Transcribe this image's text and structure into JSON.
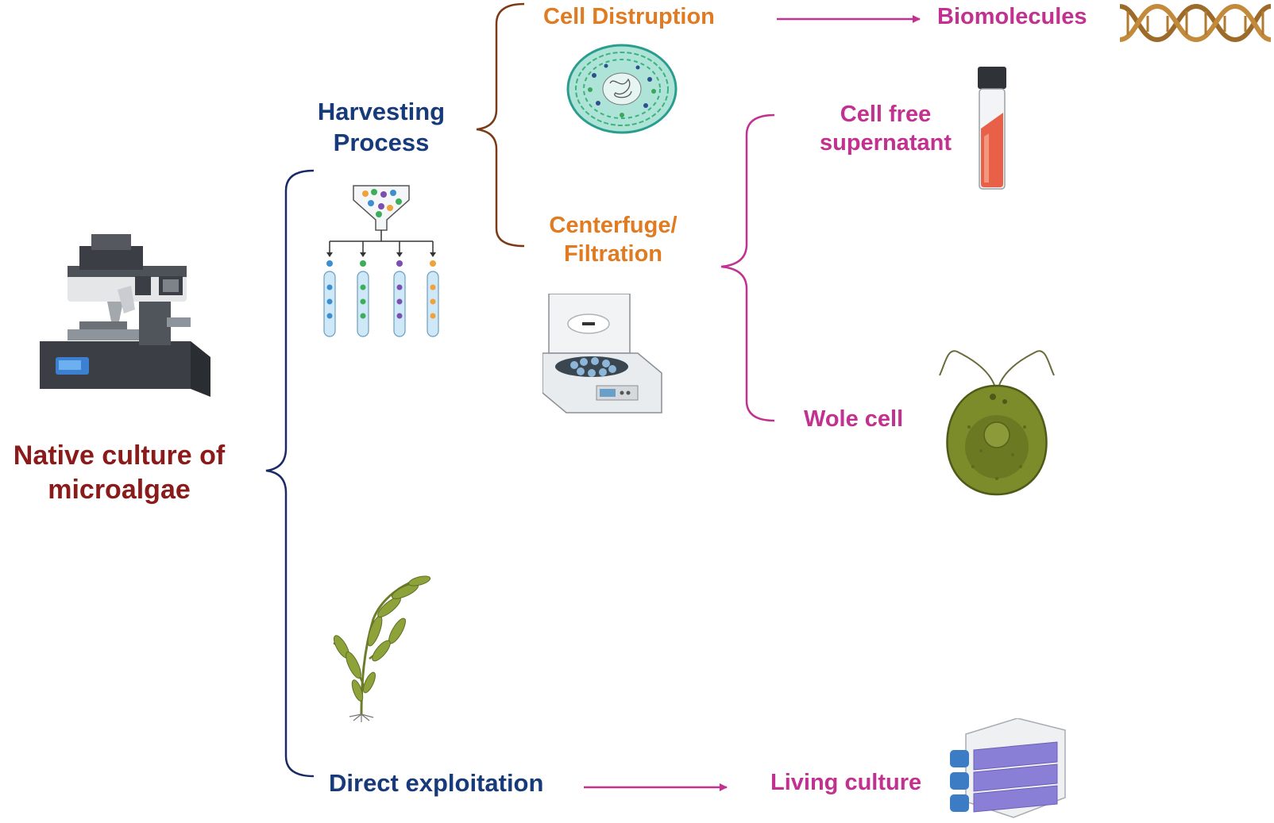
{
  "colors": {
    "root": "#8b1a1a",
    "stage": "#163a7a",
    "process": "#e07b22",
    "product": "#c2318f",
    "bracket_root": "#1a2a66",
    "bracket_harvest": "#7a3a16",
    "bracket_product": "#c2318f",
    "arrow": "#c2318f"
  },
  "nodes": {
    "root": {
      "line1": "Native culture of",
      "line2": "microalgae"
    },
    "harvesting": {
      "line1": "Harvesting",
      "line2": "Process"
    },
    "direct": {
      "label": "Direct exploitation"
    },
    "cell_disruption": {
      "label": "Cell Distruption"
    },
    "centrifuge": {
      "line1": "Centerfuge/",
      "line2": "Filtration"
    },
    "biomolecules": {
      "label": "Biomolecules"
    },
    "supernatant": {
      "line1": "Cell free",
      "line2": "supernatant"
    },
    "whole_cell": {
      "label": "Wole cell"
    },
    "living_culture": {
      "label": "Living culture"
    }
  },
  "icons": [
    "microscope-icon",
    "sorting-funnel-tubes-icon",
    "algae-plant-icon",
    "cell-cross-section-icon",
    "centrifuge-icon",
    "dna-helix-icon",
    "vial-icon",
    "flagellate-alga-icon",
    "culture-flasks-icon"
  ]
}
